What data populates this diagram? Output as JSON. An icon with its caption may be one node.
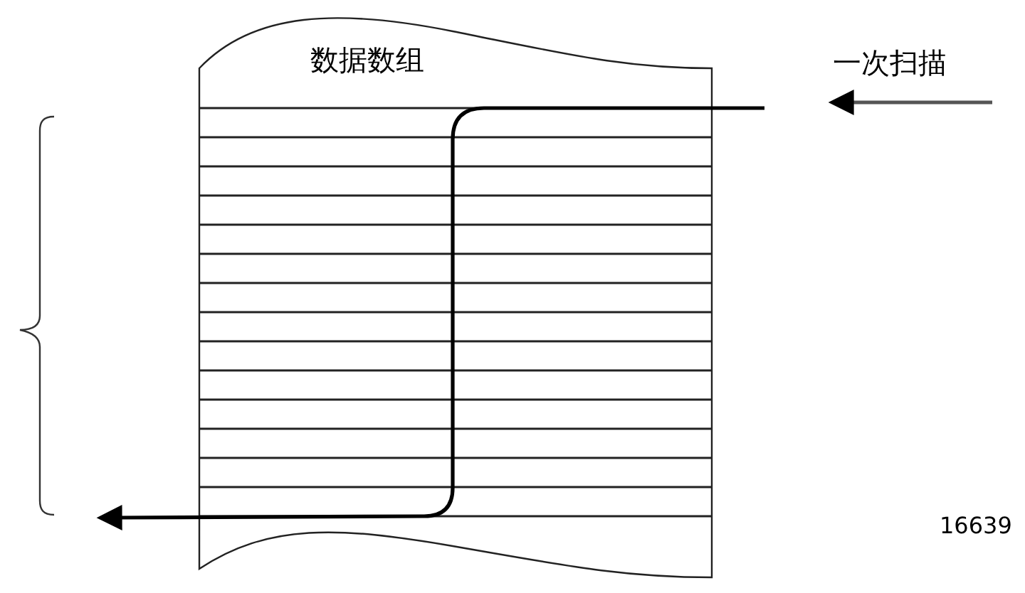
{
  "diagram": {
    "nodes": [
      {
        "text": [
          "数据数组"
        ]
      }
    ],
    "labels": [
      "一次扫描",
      "16639"
    ]
  }
}
